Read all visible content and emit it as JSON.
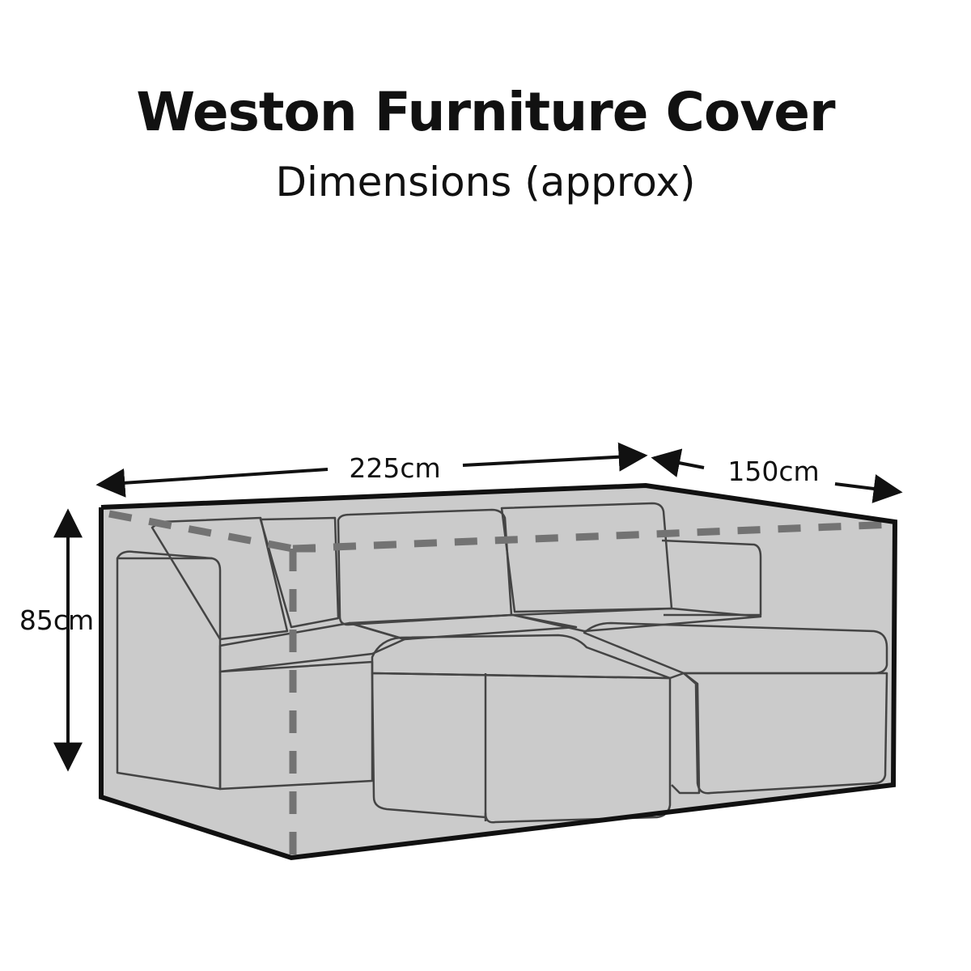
{
  "title": "Weston Furniture Cover",
  "subtitle": "Dimensions (approx)",
  "dimensions": {
    "width": "225cm",
    "depth": "150cm",
    "height": "85cm"
  },
  "colors": {
    "cover_fill": "#cbcbcb",
    "outline": "#111111",
    "dashed_edge": "#737373",
    "furniture_line": "#444444"
  }
}
